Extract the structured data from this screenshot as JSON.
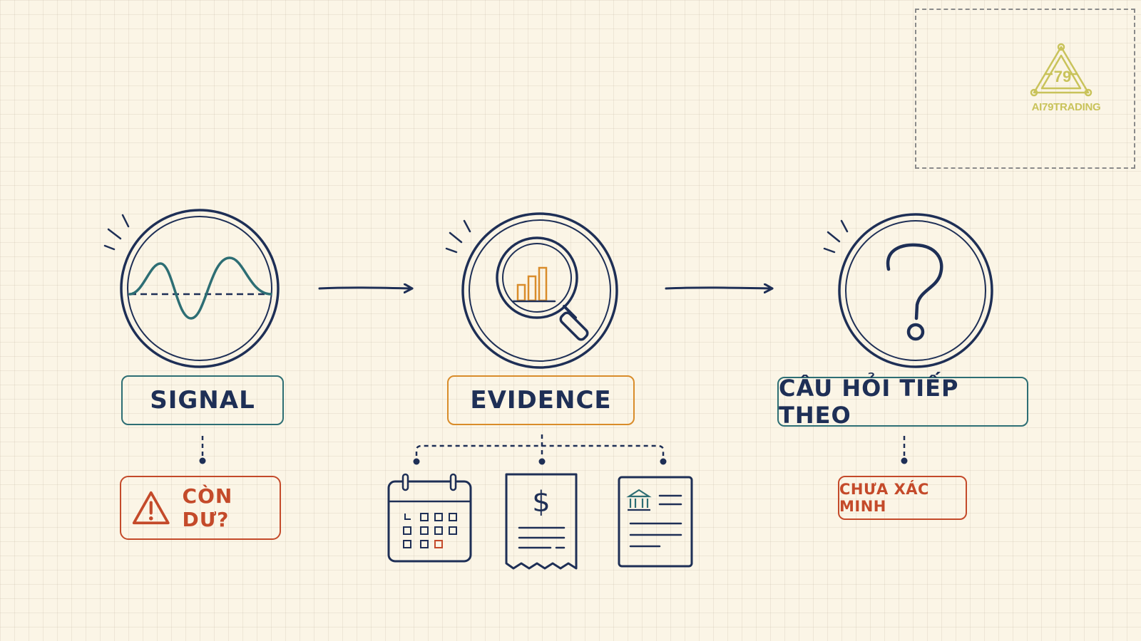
{
  "diagram": {
    "nodes": [
      {
        "id": "signal",
        "label": "SIGNAL",
        "icon": "sine-wave-icon"
      },
      {
        "id": "evidence",
        "label": "EVIDENCE",
        "icon": "magnifier-bar-chart-icon"
      },
      {
        "id": "next_question",
        "label": "CÂU HỎI TIẾP THEO",
        "icon": "question-mark-icon"
      }
    ],
    "signal_note": {
      "text": "CÒN DƯ?",
      "icon": "warning-icon"
    },
    "evidence_sources": [
      {
        "icon": "calendar-icon"
      },
      {
        "icon": "receipt-dollar-icon"
      },
      {
        "icon": "bank-document-icon"
      }
    ],
    "question_note": {
      "text": "CHƯA XÁC MINH"
    },
    "colors": {
      "navy": "#1e2f56",
      "teal": "#2d6e74",
      "orange": "#d98c2a",
      "red": "#c44a2a",
      "logo": "#c9c35a",
      "background": "#fbf5e6"
    }
  },
  "logo": {
    "text": "AI79TRADING",
    "number": "79"
  }
}
